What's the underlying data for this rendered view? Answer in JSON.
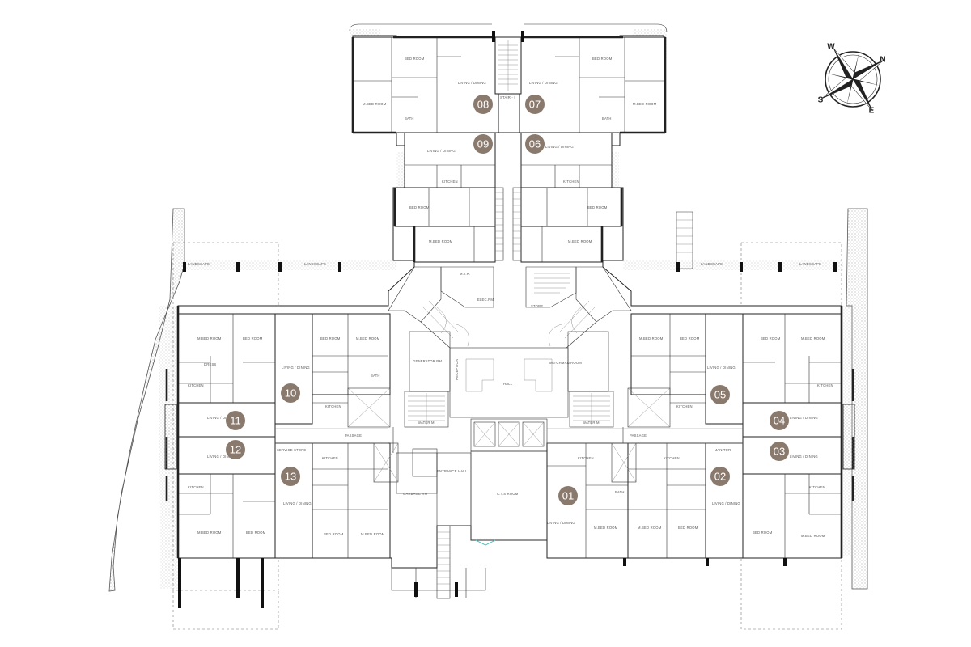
{
  "units": [
    {
      "label": "01",
      "color": "#8a7a6e"
    },
    {
      "label": "02",
      "color": "#8a7a6e"
    },
    {
      "label": "03",
      "color": "#8a7a6e"
    },
    {
      "label": "04",
      "color": "#8a7a6e"
    },
    {
      "label": "05",
      "color": "#8a7a6e"
    },
    {
      "label": "06",
      "color": "#8a7a6e"
    },
    {
      "label": "07",
      "color": "#8a7a6e"
    },
    {
      "label": "08",
      "color": "#8a7a6e"
    },
    {
      "label": "09",
      "color": "#8a7a6e"
    },
    {
      "label": "10",
      "color": "#8a7a6e"
    },
    {
      "label": "11",
      "color": "#8a7a6e"
    },
    {
      "label": "12",
      "color": "#8a7a6e"
    },
    {
      "label": "13",
      "color": "#8a7a6e"
    }
  ],
  "rooms": {
    "bed_room": "BED ROOM",
    "m_bed_room": "M.BED ROOM",
    "living_dining": "LIVING / DINING",
    "kitchen": "KITCHEN",
    "bath": "BATH",
    "dress": "DRESS",
    "stair": "STAIR - I",
    "mtr": "M.T.R.",
    "elec_rm": "ELEC.RM",
    "store": "STORE",
    "generator_rm": "GENERATOR RM",
    "watchman_room": "WATCHMAN ROOM",
    "reception": "RECEPTION",
    "hall": "HALL",
    "ct_room": "C.T.S ROOM",
    "entrance_hall": "ENTRANCE HALL",
    "garbage_rm": "GARBAGE RM",
    "passage": "PASSAGE",
    "water_m": "WATER M.",
    "service_store": "SERVICE STORE",
    "janitor": "JANITOR",
    "landscape": "LANDSCAPE"
  },
  "compass": {
    "n": "N",
    "e": "E",
    "s": "S",
    "w": "W"
  },
  "palette": {
    "wall": "#222222",
    "badge": "#8a7a6e",
    "stipple": "#9a9a9a"
  }
}
